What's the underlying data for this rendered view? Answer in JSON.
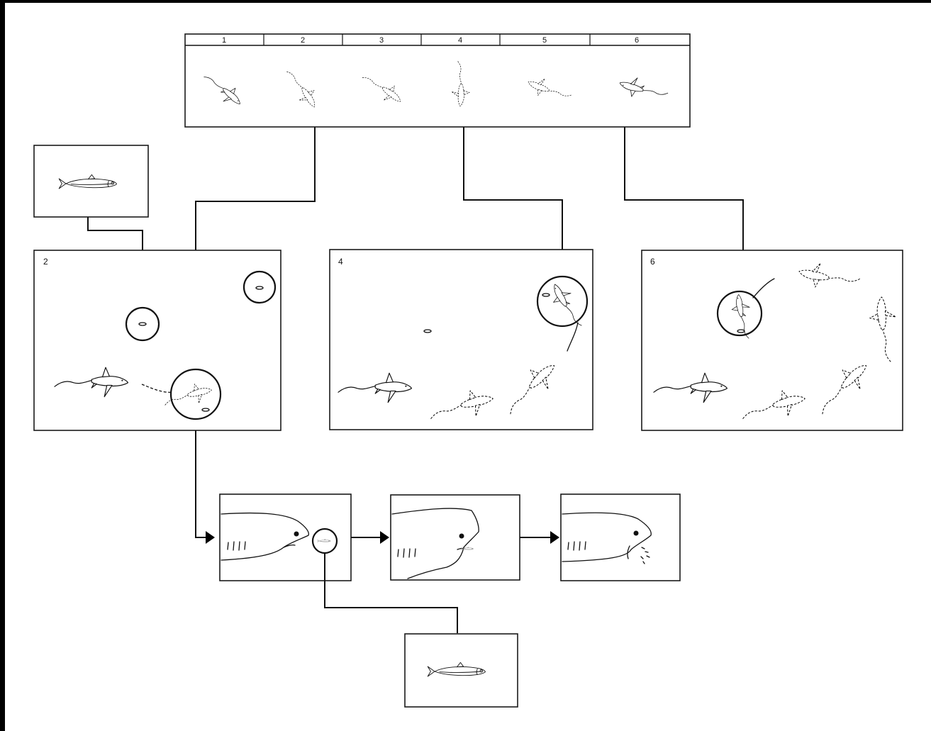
{
  "sequence_strip": {
    "columns": [
      "1",
      "2",
      "3",
      "4",
      "5",
      "6"
    ]
  },
  "panels": [
    {
      "id": "panel-2",
      "label": "2"
    },
    {
      "id": "panel-4",
      "label": "4"
    },
    {
      "id": "panel-6",
      "label": "6"
    }
  ],
  "icons": {
    "shark": "thresher-shark-silhouette",
    "fish": "sardine-fish",
    "head": "shark-head-closeup"
  },
  "colors": {
    "line": "#111111",
    "background": "#ffffff",
    "frame": "#000000"
  }
}
